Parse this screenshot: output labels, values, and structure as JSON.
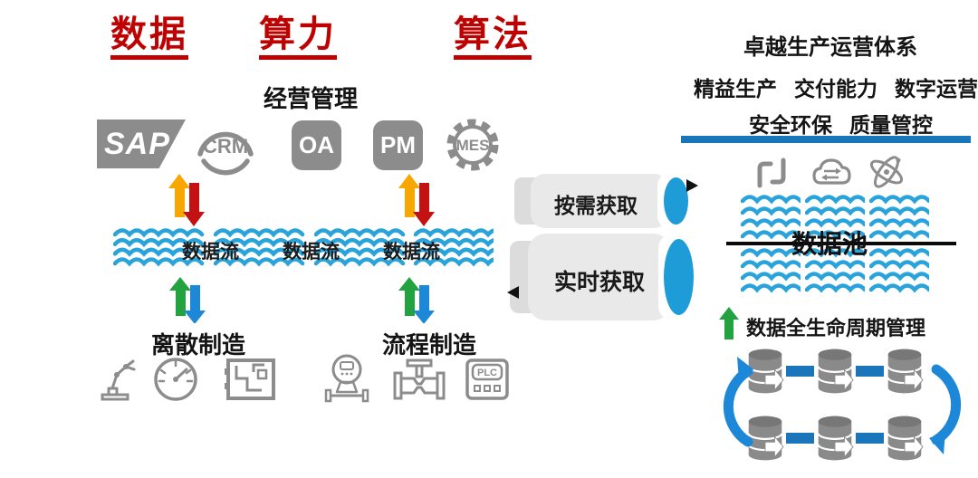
{
  "diagram": {
    "titles": [
      {
        "label": "数据"
      },
      {
        "label": "算力"
      },
      {
        "label": "算法"
      }
    ],
    "management_label": "经营管理",
    "systems": [
      {
        "label": "SAP"
      },
      {
        "label": "CRM"
      },
      {
        "label": "OA"
      },
      {
        "label": "PM"
      },
      {
        "label": "MES"
      }
    ],
    "dataflow_labels": [
      "数据流",
      "数据流",
      "数据流"
    ],
    "manufacturing": {
      "discrete": "离散制造",
      "process": "流程制造"
    },
    "pipes": [
      {
        "label": "按需获取"
      },
      {
        "label": "实时获取"
      }
    ],
    "operations": {
      "title": "卓越生产运营体系",
      "tags": [
        "精益生产",
        "交付能力",
        "数字运营",
        "安全环保",
        "质量管控"
      ]
    },
    "data_pool_label": "数据池",
    "lifecycle_label": "数据全生命周期管理",
    "plc_label": "PLC"
  },
  "colors": {
    "title_red": "#BE0202",
    "wave_blue": "#29A3DC",
    "pipe_blue": "#1E9CD7",
    "deep_blue": "#1B75BB",
    "cycle_blue": "#1E88D8",
    "arrow_yellow": "#F7A700",
    "arrow_red": "#C41111",
    "arrow_green": "#23A33F",
    "arrow_blue": "#1E88D8",
    "icon_gray": "#8C8C8C"
  },
  "icons": {
    "sap-logo": "gray parallelogram wordmark",
    "crm-icon": "circular arcs around CRM text",
    "oa-icon": "rounded gray square OA",
    "pm-icon": "rounded gray square PM",
    "mes-icon": "gear with MES text",
    "robot-arm-icon": "industrial robot arm outline",
    "gauge-icon": "dial gauge outline",
    "circuit-icon": "circuit board outline",
    "flow-meter-icon": "flow meter instrument outline",
    "valve-icon": "gate valve outline",
    "plc-icon": "PLC controller outline",
    "pipe-fitting-icon": "pipe elbow fittings",
    "cloud-sync-icon": "cloud with transfer arrows",
    "atom-icon": "atom orbits",
    "database-icon": "gray cylinder database with white arrow",
    "cycle-arrow": "curved blue loop arrows"
  }
}
